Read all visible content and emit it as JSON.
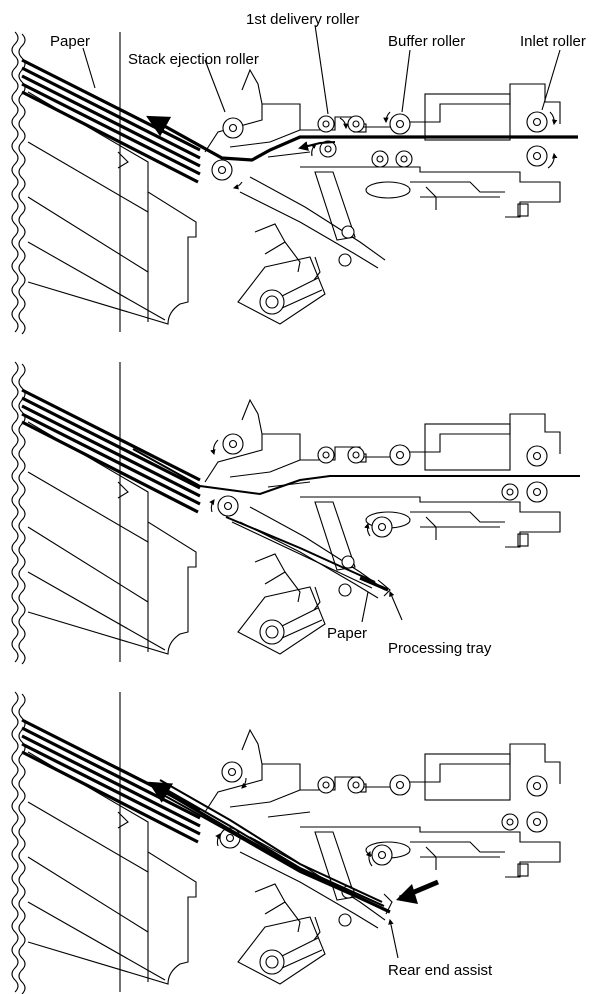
{
  "panel1": {
    "label_paper": "Paper",
    "label_stack_ejection": "Stack ejection roller",
    "label_first_delivery": "1st delivery roller",
    "label_buffer": "Buffer roller",
    "label_inlet": "Inlet roller"
  },
  "panel2": {
    "label_paper": "Paper",
    "label_processing_tray": "Processing tray"
  },
  "panel3": {
    "label_rear_end_assist": "Rear end assist"
  }
}
